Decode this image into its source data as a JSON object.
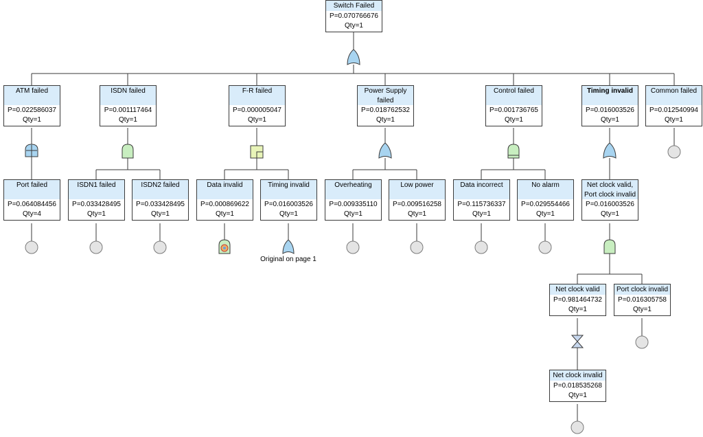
{
  "nodes": {
    "top": {
      "title": "Switch Failed",
      "prob": "P=0.070766676",
      "qty": "Qty=1"
    },
    "atm": {
      "title": "ATM failed",
      "prob": "P=0.022586037",
      "qty": "Qty=1"
    },
    "isdn": {
      "title": "ISDN failed",
      "prob": "P=0.001117464",
      "qty": "Qty=1"
    },
    "fr": {
      "title": "F-R failed",
      "prob": "P=0.000005047",
      "qty": "Qty=1"
    },
    "power": {
      "title": "Power Supply failed",
      "prob": "P=0.018762532",
      "qty": "Qty=1"
    },
    "control": {
      "title": "Control failed",
      "prob": "P=0.001736765",
      "qty": "Qty=1"
    },
    "timing": {
      "title": "Timing invalid",
      "prob": "P=0.016003526",
      "qty": "Qty=1"
    },
    "common": {
      "title": "Common failed",
      "prob": "P=0.012540994",
      "qty": "Qty=1"
    },
    "port": {
      "title": "Port failed",
      "prob": "P=0.064084456",
      "qty": "Qty=4"
    },
    "isdn1": {
      "title": "ISDN1 failed",
      "prob": "P=0.033428495",
      "qty": "Qty=1"
    },
    "isdn2": {
      "title": "ISDN2 failed",
      "prob": "P=0.033428495",
      "qty": "Qty=1"
    },
    "data_invalid": {
      "title": "Data invalid",
      "prob": "P=0.000869622",
      "qty": "Qty=1"
    },
    "timing2": {
      "title": "Timing invalid",
      "prob": "P=0.016003526",
      "qty": "Qty=1"
    },
    "overheating": {
      "title": "Overheating",
      "prob": "P=0.009335110",
      "qty": "Qty=1"
    },
    "low_power": {
      "title": "Low power",
      "prob": "P=0.009516258",
      "qty": "Qty=1"
    },
    "data_incorrect": {
      "title": "Data incorrect",
      "prob": "P=0.115736337",
      "qty": "Qty=1"
    },
    "no_alarm": {
      "title": "No alarm",
      "prob": "P=0.029554466",
      "qty": "Qty=1"
    },
    "net_port": {
      "title": "Net clock valid, Port clock invalid",
      "prob": "P=0.016003526",
      "qty": "Qty=1"
    },
    "net_valid": {
      "title": "Net clock valid",
      "prob": "P=0.981464732",
      "qty": "Qty=1"
    },
    "port_clock": {
      "title": "Port clock invalid",
      "prob": "P=0.016305758",
      "qty": "Qty=1"
    },
    "net_invalid": {
      "title": "Net clock invalid",
      "prob": "P=0.018535268",
      "qty": "Qty=1"
    }
  },
  "notes": {
    "original_on_page": "Original on page 1"
  },
  "colors": {
    "header_fill": "#d9ecfa",
    "or_gate": "#a8d4f0",
    "and_gate": "#c8eec0",
    "basic_event": "#e4e4e4",
    "line": "#3a3a3a"
  },
  "gate_types": {
    "top": "or-gate",
    "atm": "priority-and-gate",
    "isdn": "and-gate",
    "fr": "transfer-box",
    "power": "or-gate",
    "control": "and-gate-bar",
    "timing": "or-gate",
    "timing2": "transfer-or-gate",
    "data_invalid": "house-event",
    "net_port": "and-gate",
    "net_valid": "not-gate"
  }
}
